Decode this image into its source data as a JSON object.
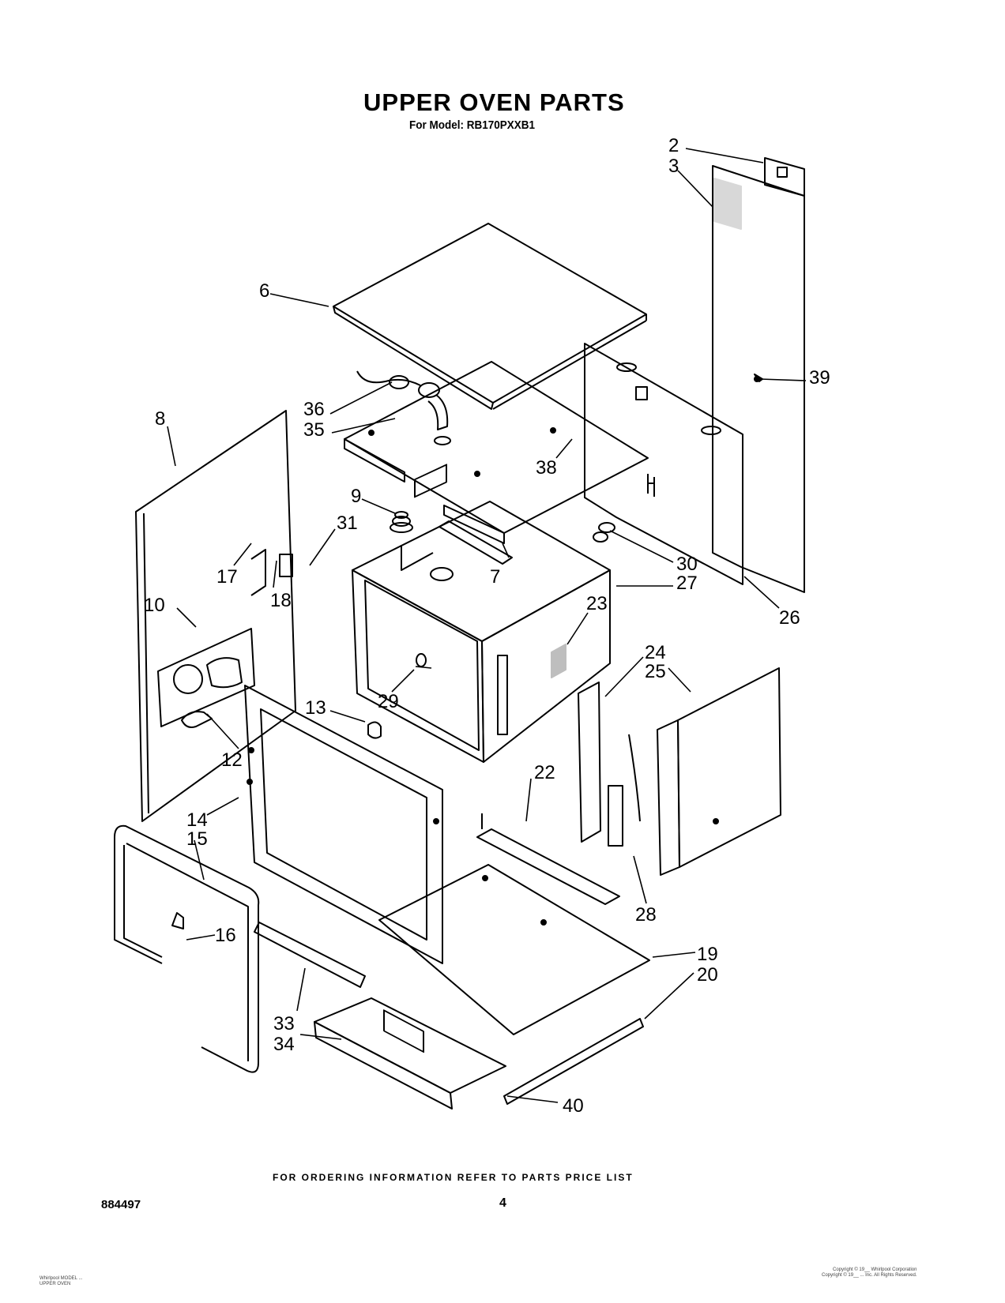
{
  "header": {
    "title": "UPPER OVEN PARTS",
    "model_line": "For Model: RB170PXXB1"
  },
  "footer": {
    "ordering_note": "FOR ORDERING INFORMATION REFER TO PARTS PRICE LIST",
    "document_number": "884497",
    "page_number": "4",
    "fine_print_left": "Whirlpool MODEL ...\nUPPER OVEN",
    "fine_print_right": "Copyright © 19__ Whirlpool Corporation\nCopyright © 19__ ... Inc. All Rights Reserved."
  },
  "callouts": {
    "c2": "2",
    "c3": "3",
    "c6": "6",
    "c7": "7",
    "c8": "8",
    "c9": "9",
    "c10": "10",
    "c12": "12",
    "c13": "13",
    "c14": "14",
    "c15": "15",
    "c16": "16",
    "c17": "17",
    "c18": "18",
    "c19": "19",
    "c20": "20",
    "c22": "22",
    "c23": "23",
    "c24": "24",
    "c25": "25",
    "c26": "26",
    "c27": "27",
    "c28": "28",
    "c29": "29",
    "c30": "30",
    "c31": "31",
    "c33": "33",
    "c34": "34",
    "c35": "35",
    "c36": "36",
    "c38": "38",
    "c39": "39",
    "c40": "40"
  },
  "colors": {
    "ink": "#000000",
    "paper": "#ffffff"
  }
}
